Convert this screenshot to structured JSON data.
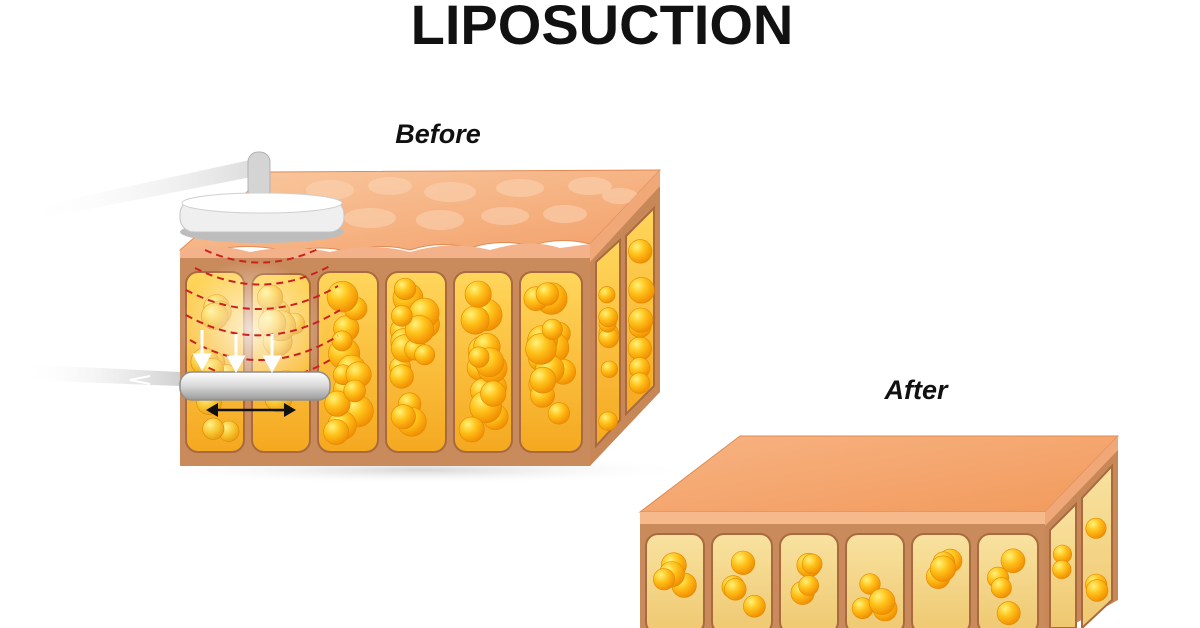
{
  "title": "LIPOSUCTION",
  "labels": {
    "before": "Before",
    "after": "After"
  },
  "colors": {
    "skin_top": "#f4a873",
    "skin_front": "#f6b98a",
    "tissue": "#c88a5a",
    "fat_cell": "#f7a90f",
    "fat_highlight": "#ffe15a",
    "cannula": "#d9d9d9",
    "energy_waves": "#cc2020"
  },
  "icons": [
    "ultrasound-probe-icon",
    "cannula-icon",
    "suction-arrow-icon",
    "back-and-forth-arrow-icon"
  ]
}
